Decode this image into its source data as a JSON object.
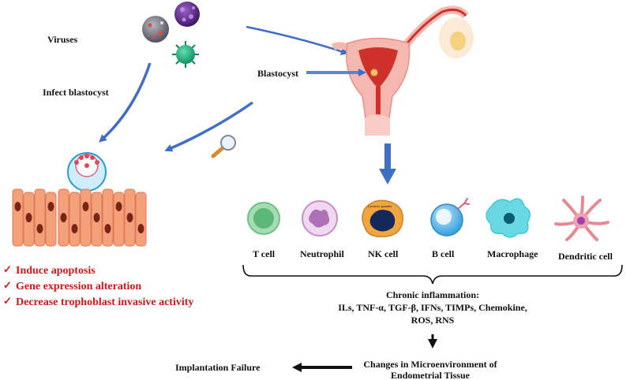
{
  "labels": {
    "viruses": "Viruses",
    "infect": "Infect blastocyst",
    "blastocyst": "Blastocyst",
    "implantation_failure": "Implantation Failure"
  },
  "immune_cells": [
    {
      "label": "T cell",
      "color": "#6cc08a"
    },
    {
      "label": "Neutrophil",
      "color": "#c890c8"
    },
    {
      "label": "NK cell",
      "color": "#f0a640"
    },
    {
      "label": "B cell",
      "color": "#2fa8e0"
    },
    {
      "label": "Macrophage",
      "color": "#3cc8d8"
    },
    {
      "label": "Dendritic cell",
      "color": "#e88890"
    }
  ],
  "nk_inner_label": "Cytotoxic granules",
  "effects": {
    "check": "✓",
    "items": [
      "Induce apoptosis",
      "Gene expression alteration",
      "Decrease trophoblast invasive activity"
    ]
  },
  "inflammation": {
    "lines": [
      "Chronic inflammation:",
      "ILs, TNF-α, TGF-β, IFNs, TIMPs, Chemokine,",
      "ROS, RNS"
    ]
  },
  "microenvironment": {
    "lines": [
      "Changes in Microenvironment of",
      "Endometrial Tissue"
    ]
  },
  "colors": {
    "arrow_blue": "#3f6fc4",
    "effect_red": "#d01818",
    "uterus_pink": "#f4b8b0",
    "uterus_red": "#d0302a",
    "epithelium": "#f4a07a",
    "nucleus": "#7a2418"
  }
}
